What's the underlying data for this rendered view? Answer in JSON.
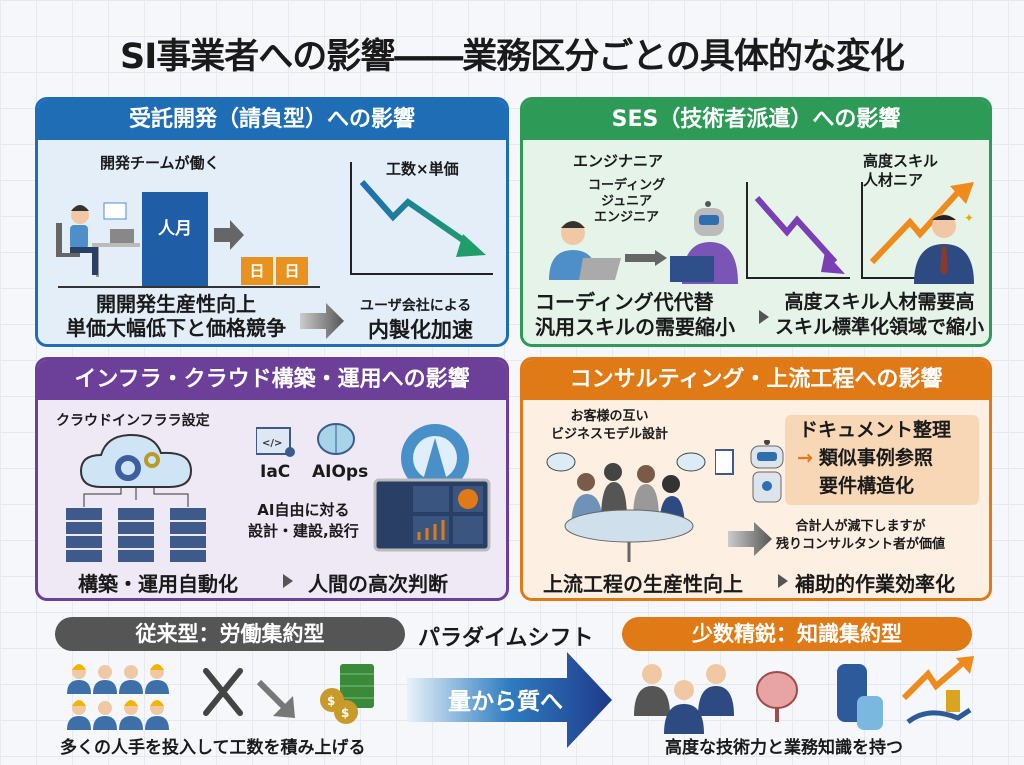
{
  "title": "SI事業者への影響――業務区分ごとの具体的な変化",
  "colors": {
    "blue": "#1f6db4",
    "green": "#2e9a57",
    "purple": "#6c3f98",
    "orange": "#e07a16",
    "gray": "#555555",
    "navy": "#1e3a8a"
  },
  "panels": {
    "contract": {
      "header": "受託開発（請負型）への影響",
      "team_label": "開発チームが働く",
      "block_label": "人月",
      "day_labels": [
        "日",
        "日"
      ],
      "chart_label": "工数×単価",
      "summary_lines": [
        "開開発生産性向上",
        "単価大幅低下と価格競争"
      ],
      "result_small": "ユーザ会社による",
      "result_big": "内製化加速"
    },
    "ses": {
      "header": "SES（技術者派遣）への影響",
      "engineer_label": "エンジナニア",
      "junior_lines": [
        "コーディング",
        "ジュニア",
        "エンジニア"
      ],
      "high_skill_lines": [
        "高度スキル",
        "人材ニア"
      ],
      "left_lines": [
        "コーディング代代替",
        "汎用スキルの需要縮小"
      ],
      "right_lines": [
        "高度スキル人材需要高",
        "スキル標準化領域で縮小"
      ]
    },
    "infra": {
      "header": "インフラ・クラウド構築・運用への影響",
      "cloud_label": "クラウドインフララ設定",
      "iac": "IaC",
      "aiops": "AIOps",
      "ai_lines": [
        "AI自由に対る",
        "設計・建設,設行"
      ],
      "left": "構築・運用自動化",
      "right": "人間の高次判断"
    },
    "consulting": {
      "header": "コンサルティング・上流工程への影響",
      "meeting_lines": [
        "お客様の互い",
        "ビジネスモデル設計"
      ],
      "box_lines": [
        "ドキュメント整理",
        "類似事例参照",
        "要件構造化"
      ],
      "note_lines": [
        "合計人が減下しますが",
        "残りコンサルタント者が価値"
      ],
      "left": "上流工程の生産性向上",
      "right": "補助的作業効率化"
    }
  },
  "bottom": {
    "old_label": "従来型：労働集約型",
    "shift_label": "パラダイムシフト",
    "new_label": "少数精鋭：知識集約型",
    "arrow_label": "量から質へ",
    "old_caption": "多くの人手を投入して工数を積み上げる",
    "new_caption": "高度な技術力と業務知識を持つ"
  }
}
